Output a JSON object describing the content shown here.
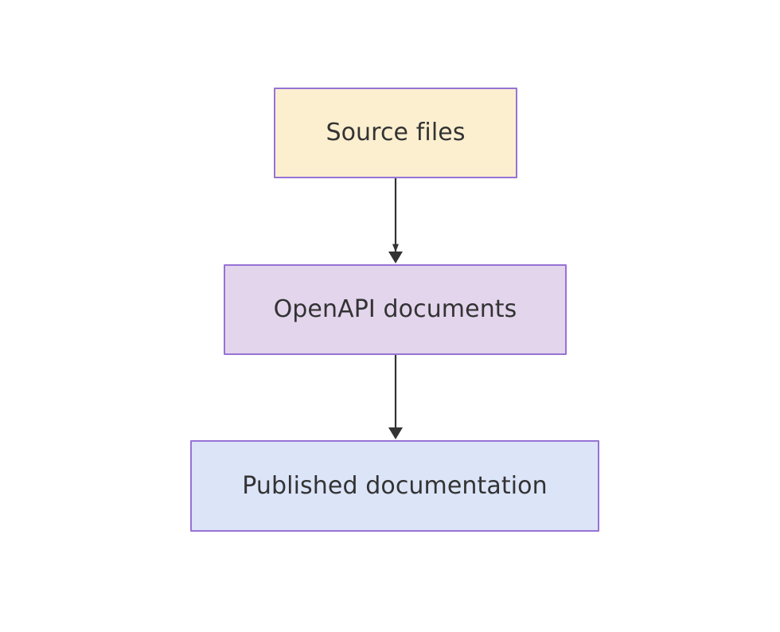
{
  "diagram": {
    "type": "flowchart",
    "direction": "top-to-bottom",
    "background_color": "#ffffff",
    "nodes": [
      {
        "id": "source-files",
        "label": "Source files",
        "fill_color": "#fcefd0",
        "border_color": "#9673d4",
        "text_color": "#333333"
      },
      {
        "id": "openapi-documents",
        "label": "OpenAPI documents",
        "fill_color": "#e2d5ec",
        "border_color": "#9673d4",
        "text_color": "#333333"
      },
      {
        "id": "published-documentation",
        "label": "Published documentation",
        "fill_color": "#dce4f8",
        "border_color": "#9673d4",
        "text_color": "#333333"
      }
    ],
    "edges": [
      {
        "id": "edge-source-to-openapi",
        "from": "source-files",
        "to": "openapi-documents",
        "label": "",
        "stroke_color": "#333333",
        "arrowhead": "filled-triangle"
      },
      {
        "id": "edge-openapi-to-published",
        "from": "openapi-documents",
        "to": "published-documentation",
        "label": "",
        "stroke_color": "#333333",
        "arrowhead": "filled-triangle"
      }
    ]
  }
}
